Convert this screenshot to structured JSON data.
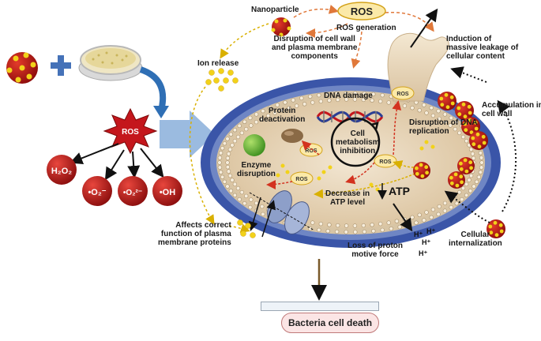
{
  "left": {
    "ros_star_label": "ROS",
    "species": [
      "H₂O₂",
      "•O₂⁻",
      "•O₂²⁻",
      "•OH"
    ]
  },
  "top": {
    "nanoparticle": "Nanoparticle",
    "ros_capsule": "ROS",
    "ros_generation": "ROS generation",
    "disruption_wall": [
      "Disruption of cell wall",
      "and plasma membrane",
      "components"
    ],
    "ion_release": "Ion release",
    "leakage": [
      "Induction of",
      "massive leakage of",
      "cellular content"
    ]
  },
  "cell": {
    "dna_damage": "DNA damage",
    "protein_deactivation": [
      "Protein",
      "deactivation"
    ],
    "enzyme_disruption": [
      "Enzyme",
      "disruption"
    ],
    "metabolism": [
      "Cell",
      "metabolism",
      "inhibition"
    ],
    "dna_replication": [
      "Disruption of DNA",
      "replication"
    ],
    "atp_decrease": [
      "Decrease in",
      "ATP level"
    ],
    "atp": "ATP",
    "ros_small": "ROS"
  },
  "right": {
    "accumulation": [
      "Accumulation in",
      "cell wall"
    ],
    "internalization": [
      "Cellular",
      "internalization"
    ]
  },
  "bottom": {
    "membrane_proteins": [
      "Affects correct",
      "function of plasma",
      "membrane proteins"
    ],
    "proton": [
      "Loss of proton",
      "motive force"
    ],
    "h_plus": "H⁺",
    "death": "Bacteria cell death"
  },
  "colors": {
    "cytoplasm": "#e6d4b8",
    "membrane_outer": "#3a55a8",
    "ros_red": "#c4161c",
    "nanoparticle_yellow": "#f2d21a",
    "dashed_orange": "#e0783a",
    "arrow_blue": "#8fb3dd"
  }
}
